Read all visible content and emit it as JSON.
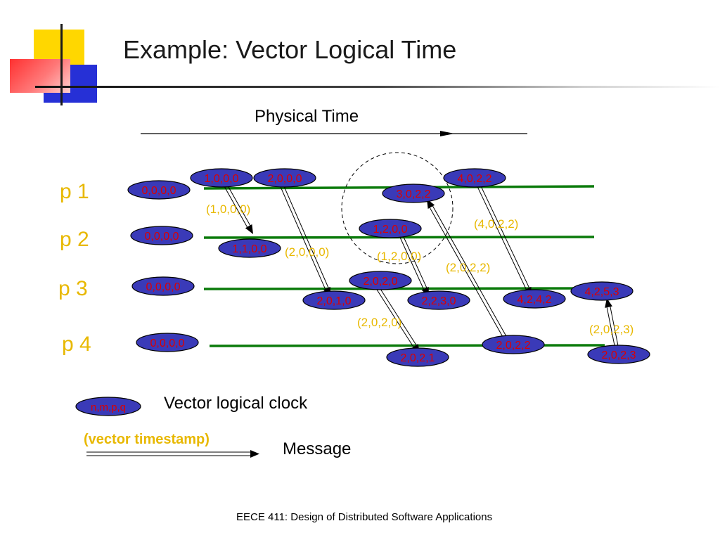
{
  "title": "Example: Vector Logical Time",
  "physical_time_label": "Physical Time",
  "processes": [
    "p  1",
    "p  2",
    "p  3",
    "p  4"
  ],
  "initial_clocks": [
    "0,0,0,0",
    "0,0,0,0",
    "0,0,0,0",
    "0,0,0,0"
  ],
  "events": [
    "1,0,0,0",
    "2,0,0,0",
    "3,0,2,2",
    "4,0,2,2",
    "1,1,0,0",
    "1,2,0,0",
    "2,0,1,0",
    "2,0,2,0",
    "2,2,3,0",
    "4,2,4,2",
    "4,2,5,3",
    "2,0,2,1",
    "2,0,2,2",
    "2,0,2,3"
  ],
  "message_labels": [
    "(1,0,0,0)",
    "(2,0,0,0)",
    "(1,2,0,0)",
    "(2,0,2,0)",
    "(2,0,2,2)",
    "(4,0,2,2)",
    "(2,0,2,3)"
  ],
  "legend": {
    "clock_sample": "n,m,p,q",
    "clock_label": "Vector logical clock",
    "timestamp_label": "(vector timestamp)",
    "message_label": "Message"
  },
  "footer": "EECE 411: Design of Distributed Software Applications",
  "colors": {
    "timeline": "#0a7a0a",
    "clock_fill": "#3a3ab8",
    "clock_text": "#dd0000",
    "annotation": "#e8b800"
  }
}
